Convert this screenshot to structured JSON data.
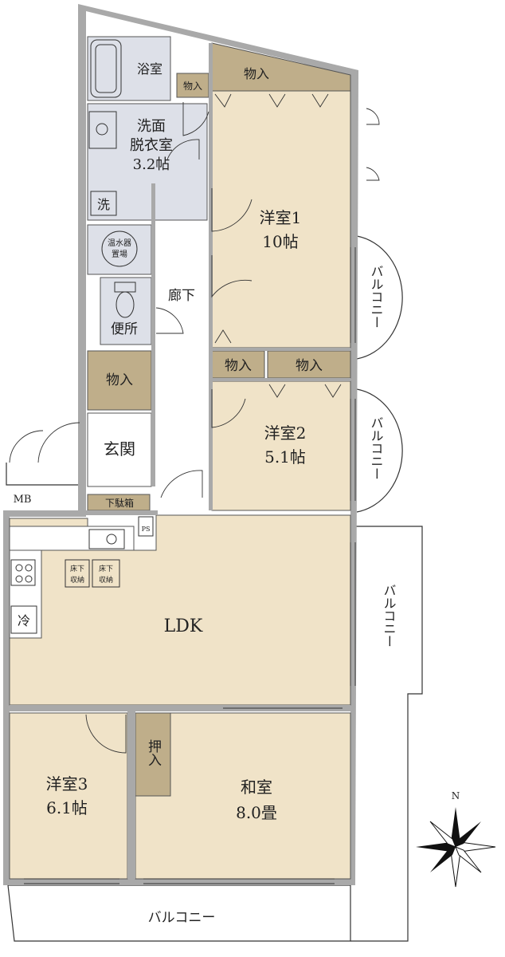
{
  "rooms": {
    "bath": "浴室",
    "storage_top_small": "物入",
    "storage_top": "物入",
    "washroom_line1": "洗面",
    "washroom_line2": "脱衣室",
    "washroom_size": "3.2帖",
    "washer": "洗",
    "water_heater_line1": "温水器",
    "water_heater_line2": "置場",
    "toilet": "便所",
    "corridor": "廊下",
    "storage_left": "物入",
    "entrance": "玄関",
    "shoe_box": "下駄箱",
    "mb": "MB",
    "ps": "PS",
    "western1_name": "洋室1",
    "western1_size": "10帖",
    "storage_mid_a": "物入",
    "storage_mid_b": "物入",
    "western2_name": "洋室2",
    "western2_size": "5.1帖",
    "ldk": "LDK",
    "fridge": "冷",
    "underfloor_1_line1": "床下",
    "underfloor_1_line2": "収納",
    "underfloor_2_line1": "床下",
    "underfloor_2_line2": "収納",
    "western3_name": "洋室3",
    "western3_size": "6.1帖",
    "closet": "押入",
    "japanese_name": "和室",
    "japanese_size": "8.0畳"
  },
  "balconies": {
    "east_upper": "バルコニー",
    "east_mid": "バルコニー",
    "east_lower": "バルコニー",
    "south": "バルコニー"
  },
  "compass": {
    "north_label": "N"
  },
  "colors": {
    "room_fill": "#f0e3c8",
    "storage_fill": "#bfae8a",
    "wet_fill": "#dde0e8",
    "wall": "#a9a9a9",
    "outline": "#333333"
  }
}
